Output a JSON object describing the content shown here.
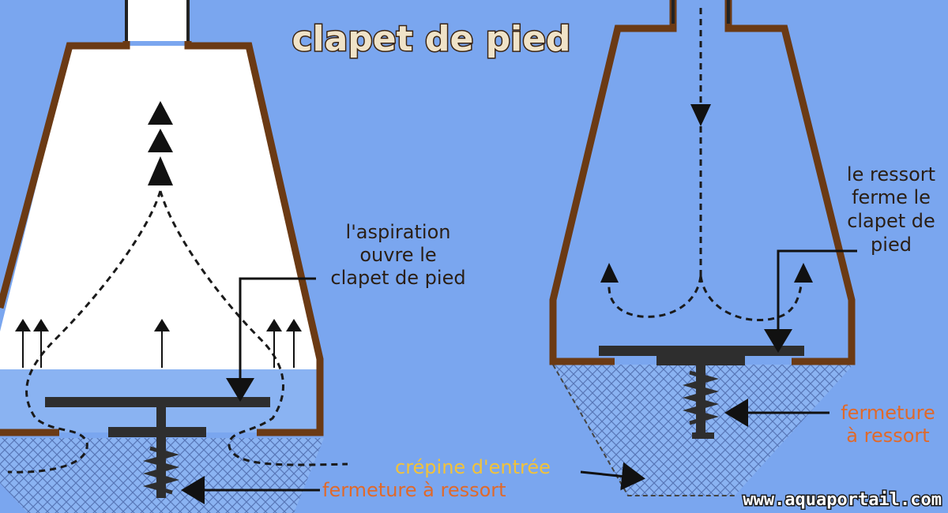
{
  "title": "clapet de pied",
  "left_valve": {
    "annotation_lines": [
      "l'aspiration",
      "ouvre le",
      "clapet de pied"
    ],
    "spring_label": "fermeture à ressort"
  },
  "right_valve": {
    "annotation_lines": [
      "le ressort",
      "ferme le",
      "clapet de",
      "pied"
    ],
    "spring_label_lines": [
      "fermeture",
      "à ressort"
    ],
    "strainer_label": "crépine d'entrée"
  },
  "website": "www.aquaportail.com",
  "colors": {
    "background": "#7aa6ef",
    "housing": "#6b3a14",
    "interior": "#ffffff",
    "water": "#8ab3f2",
    "mesh": "#5877b8",
    "valve_plate": "#2e2e2e",
    "label_dark": "#2a1e14",
    "label_orange": "#e0692a",
    "label_yellow": "#f2c23a"
  }
}
